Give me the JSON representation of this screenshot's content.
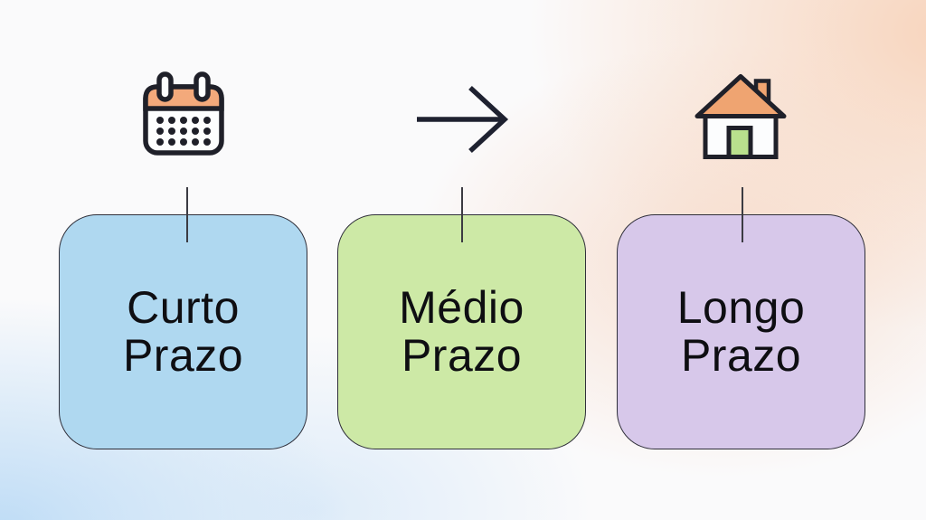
{
  "diagram": {
    "background": {
      "base_color": "#FAFAFB",
      "peach_tint": "#F8D4BC",
      "blue_tint": "#BEDCF6"
    },
    "text_color": "#0E0E12",
    "card_border_color": "#2F2F3A",
    "connector_color": "#3B3B42",
    "cards": [
      {
        "title_line1": "Curto",
        "title_line2": "Prazo",
        "fill": "#AFD8F0",
        "icon": "calendar-icon"
      },
      {
        "title_line1": "Médio",
        "title_line2": "Prazo",
        "fill": "#CDE9A6",
        "icon": "arrow-right-icon"
      },
      {
        "title_line1": "Longo",
        "title_line2": "Prazo",
        "fill": "#D7C8EA",
        "icon": "house-icon"
      }
    ],
    "icons": {
      "calendar": {
        "accent": "#F3A97B",
        "outline": "#1F2029",
        "dot_rows": 3,
        "dot_cols": 5
      },
      "arrow": {
        "stroke": "#1E2130",
        "direction": "right"
      },
      "house": {
        "roof": "#EFA471",
        "door": "#B9E08D",
        "outline": "#1F2029"
      }
    }
  }
}
